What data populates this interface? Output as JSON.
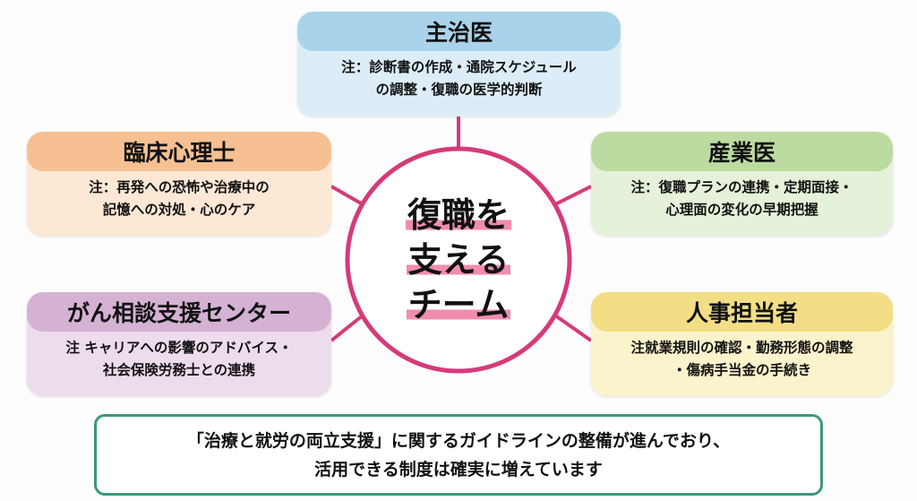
{
  "colors": {
    "accent": "#d63a7a",
    "note_border": "#3a9a7a"
  },
  "center": {
    "lines": [
      "復職を",
      "支える",
      "チーム"
    ]
  },
  "boxes": {
    "doctor": {
      "title": "主治医",
      "lines": [
        "注：診断書の作成・通院スケジュール",
        "の調整・復職の医学的判断"
      ]
    },
    "psych": {
      "title": "臨床心理士",
      "lines": [
        "注：再発への恐怖や治療中の",
        "記憶への対処・心のケア"
      ]
    },
    "industrial": {
      "title": "産業医",
      "lines": [
        "注：復職プランの連携・定期面接・",
        "心理面の変化の早期把握"
      ]
    },
    "cancer": {
      "title": "がん相談支援センター",
      "lines": [
        "注 キャリアへの影響のアドバイス・",
        "社会保険労務士との連携"
      ]
    },
    "hr": {
      "title": "人事担当者",
      "lines": [
        "注就業規則の確認・勤務形態の調整",
        "・傷病手当金の手続き"
      ]
    }
  },
  "note": {
    "lines": [
      "「治療と就労の両立支援」に関するガイドラインの整備が進んでおり、",
      "活用できる制度は確実に増えています"
    ]
  }
}
